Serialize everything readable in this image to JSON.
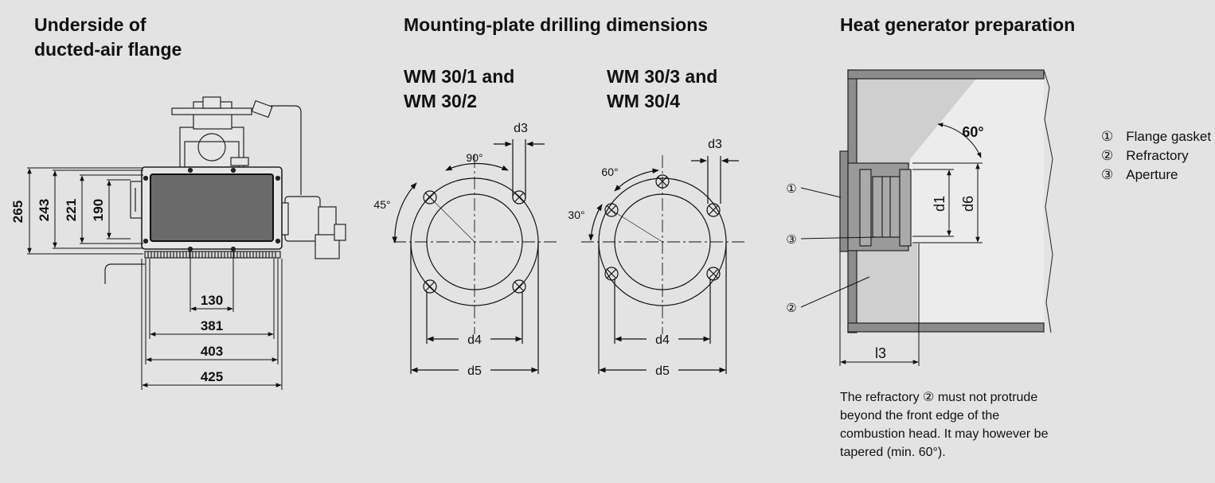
{
  "sections": {
    "flange_title_1": "Underside of",
    "flange_title_2": "ducted-air flange",
    "drilling_title": "Mounting-plate drilling dimensions",
    "heat_title": "Heat generator preparation",
    "variant_a_1": "WM 30/1 and",
    "variant_a_2": "WM 30/2",
    "variant_b_1": "WM 30/3 and",
    "variant_b_2": "WM 30/4"
  },
  "flange_dims": {
    "v265": "265",
    "v243": "243",
    "v221": "221",
    "v190": "190",
    "h130": "130",
    "h381": "381",
    "h403": "403",
    "h425": "425"
  },
  "drilling_a": {
    "angle_top": "90°",
    "angle_side": "45°",
    "d3": "d3",
    "d4": "d4",
    "d5": "d5"
  },
  "drilling_b": {
    "angle_top": "60°",
    "angle_side": "30°",
    "d3": "d3",
    "d4": "d4",
    "d5": "d5"
  },
  "heat": {
    "angle": "60°",
    "d1": "d1",
    "d6": "d6",
    "l3": "l3",
    "m1": "①",
    "m2": "②",
    "m3": "③"
  },
  "legend": [
    {
      "marker": "①",
      "label": "Flange gasket"
    },
    {
      "marker": "②",
      "label": "Refractory"
    },
    {
      "marker": "③",
      "label": "Aperture"
    }
  ],
  "note": "The refractory ② must not protrude beyond the front edge of the combustion head. It may however be tapered (min. 60°)."
}
